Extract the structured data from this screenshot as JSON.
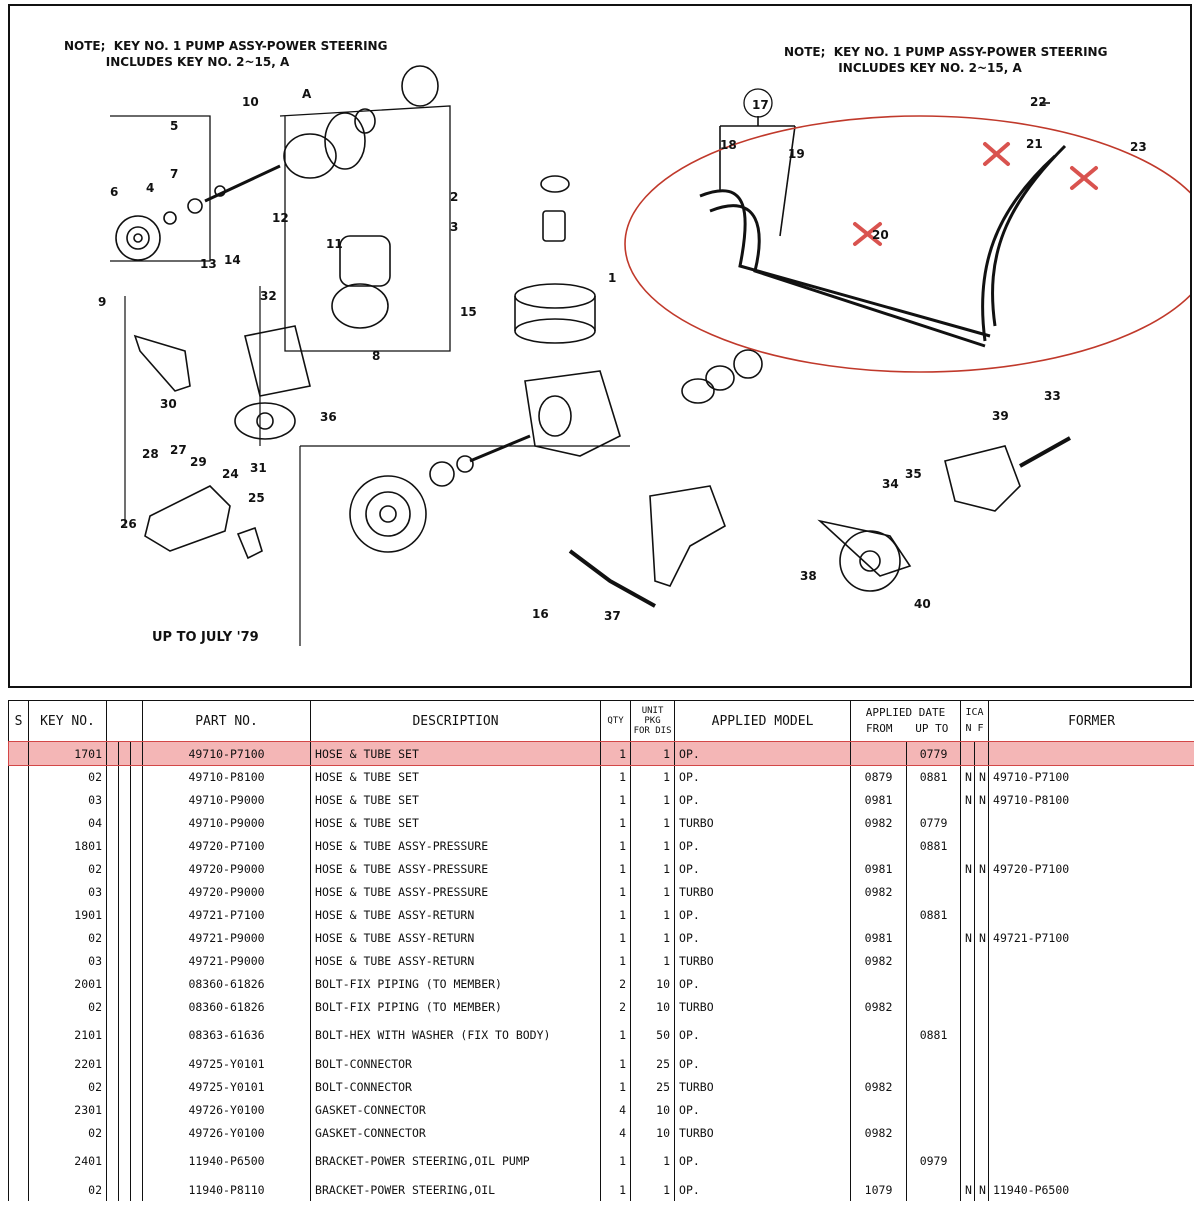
{
  "diagram": {
    "note_left": "NOTE;  KEY NO. 1 PUMP ASSY-POWER STEERING\n          INCLUDES KEY NO. 2~15, A",
    "note_right": "NOTE;  KEY NO. 1 PUMP ASSY-POWER STEERING\n             INCLUDES KEY NO. 2~15, A",
    "caption": "UP TO JULY '79",
    "callouts": [
      "10",
      "A",
      "5",
      "7",
      "6",
      "4",
      "9",
      "13",
      "14",
      "12",
      "11",
      "2",
      "3",
      "15",
      "8",
      "32",
      "30",
      "36",
      "31",
      "28",
      "27",
      "29",
      "24",
      "26",
      "25",
      "1",
      "17",
      "18",
      "19",
      "20",
      "21",
      "22",
      "23",
      "39",
      "33",
      "34",
      "35",
      "38",
      "16",
      "37",
      "40"
    ]
  },
  "table": {
    "headers": {
      "s": "S",
      "key_no": "KEY NO.",
      "part_no": "PART  NO.",
      "description": "DESCRIPTION",
      "qty": "QTY",
      "unit_pkg": "UNIT",
      "unit_pkg_2": "PKG",
      "unit_pkg_3": "FOR DIS",
      "applied_model": "APPLIED MODEL",
      "applied_date": "APPLIED DATE",
      "from": "FROM",
      "up_to": "UP TO",
      "ica": "ICA",
      "nf": "N F",
      "former": "FORMER"
    },
    "rows": [
      {
        "key": "1701",
        "part": "49710-P7100",
        "desc": "HOSE & TUBE SET",
        "qty": "1",
        "pkg": "1",
        "model": "OP.",
        "from": "",
        "upto": "0779",
        "n1": "",
        "n2": "",
        "former": "",
        "highlight": true
      },
      {
        "key": "02",
        "part": "49710-P8100",
        "desc": "HOSE & TUBE SET",
        "qty": "1",
        "pkg": "1",
        "model": "OP.",
        "from": "0879",
        "upto": "0881",
        "n1": "N",
        "n2": "N",
        "former": "49710-P7100"
      },
      {
        "key": "03",
        "part": "49710-P9000",
        "desc": "HOSE & TUBE SET",
        "qty": "1",
        "pkg": "1",
        "model": "OP.",
        "from": "0981",
        "upto": "",
        "n1": "N",
        "n2": "N",
        "former": "49710-P8100"
      },
      {
        "key": "04",
        "part": "49710-P9000",
        "desc": "HOSE & TUBE SET",
        "qty": "1",
        "pkg": "1",
        "model": "TURBO",
        "from": "0982",
        "upto": "0779",
        "n1": "",
        "n2": "",
        "former": ""
      },
      {
        "key": "1801",
        "part": "49720-P7100",
        "desc": "HOSE & TUBE ASSY-PRESSURE",
        "qty": "1",
        "pkg": "1",
        "model": "OP.",
        "from": "",
        "upto": "0881",
        "n1": "",
        "n2": "",
        "former": ""
      },
      {
        "key": "02",
        "part": "49720-P9000",
        "desc": "HOSE & TUBE ASSY-PRESSURE",
        "qty": "1",
        "pkg": "1",
        "model": "OP.",
        "from": "0981",
        "upto": "",
        "n1": "N",
        "n2": "N",
        "former": "49720-P7100"
      },
      {
        "key": "03",
        "part": "49720-P9000",
        "desc": "HOSE & TUBE ASSY-PRESSURE",
        "qty": "1",
        "pkg": "1",
        "model": "TURBO",
        "from": "0982",
        "upto": "",
        "n1": "",
        "n2": "",
        "former": ""
      },
      {
        "key": "1901",
        "part": "49721-P7100",
        "desc": "HOSE & TUBE ASSY-RETURN",
        "qty": "1",
        "pkg": "1",
        "model": "OP.",
        "from": "",
        "upto": "0881",
        "n1": "",
        "n2": "",
        "former": ""
      },
      {
        "key": "02",
        "part": "49721-P9000",
        "desc": "HOSE & TUBE ASSY-RETURN",
        "qty": "1",
        "pkg": "1",
        "model": "OP.",
        "from": "0981",
        "upto": "",
        "n1": "N",
        "n2": "N",
        "former": "49721-P7100"
      },
      {
        "key": "03",
        "part": "49721-P9000",
        "desc": "HOSE & TUBE ASSY-RETURN",
        "qty": "1",
        "pkg": "1",
        "model": "TURBO",
        "from": "0982",
        "upto": "",
        "n1": "",
        "n2": "",
        "former": ""
      },
      {
        "key": "2001",
        "part": "08360-61826",
        "desc": "BOLT-FIX PIPING (TO MEMBER)",
        "qty": "2",
        "pkg": "10",
        "model": "OP.",
        "from": "",
        "upto": "",
        "n1": "",
        "n2": "",
        "former": ""
      },
      {
        "key": "02",
        "part": "08360-61826",
        "desc": "BOLT-FIX PIPING (TO MEMBER)",
        "qty": "2",
        "pkg": "10",
        "model": "TURBO",
        "from": "0982",
        "upto": "",
        "n1": "",
        "n2": "",
        "former": ""
      },
      {
        "key": "2101",
        "part": "08363-61636",
        "desc": "BOLT-HEX WITH WASHER (FIX TO BODY)",
        "qty": "1",
        "pkg": "50",
        "model": "OP.",
        "from": "",
        "upto": "0881",
        "n1": "",
        "n2": "",
        "former": "",
        "tall": true
      },
      {
        "key": "2201",
        "part": "49725-Y0101",
        "desc": "BOLT-CONNECTOR",
        "qty": "1",
        "pkg": "25",
        "model": "OP.",
        "from": "",
        "upto": "",
        "n1": "",
        "n2": "",
        "former": ""
      },
      {
        "key": "02",
        "part": "49725-Y0101",
        "desc": "BOLT-CONNECTOR",
        "qty": "1",
        "pkg": "25",
        "model": "TURBO",
        "from": "0982",
        "upto": "",
        "n1": "",
        "n2": "",
        "former": ""
      },
      {
        "key": "2301",
        "part": "49726-Y0100",
        "desc": "GASKET-CONNECTOR",
        "qty": "4",
        "pkg": "10",
        "model": "OP.",
        "from": "",
        "upto": "",
        "n1": "",
        "n2": "",
        "former": ""
      },
      {
        "key": "02",
        "part": "49726-Y0100",
        "desc": "GASKET-CONNECTOR",
        "qty": "4",
        "pkg": "10",
        "model": "TURBO",
        "from": "0982",
        "upto": "",
        "n1": "",
        "n2": "",
        "former": ""
      },
      {
        "key": "2401",
        "part": "11940-P6500",
        "desc": "BRACKET-POWER STEERING,OIL PUMP",
        "qty": "1",
        "pkg": "1",
        "model": "OP.",
        "from": "",
        "upto": "0979",
        "n1": "",
        "n2": "",
        "former": "",
        "tall": true
      },
      {
        "key": "02",
        "part": "11940-P8110",
        "desc": "BRACKET-POWER STEERING,OIL",
        "qty": "1",
        "pkg": "1",
        "model": "OP.",
        "from": "1079",
        "upto": "",
        "n1": "N",
        "n2": "N",
        "former": "11940-P6500"
      }
    ]
  }
}
